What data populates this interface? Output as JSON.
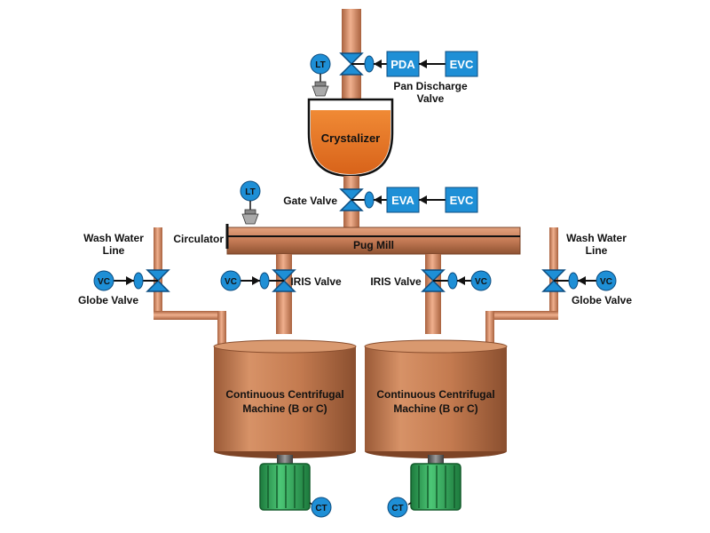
{
  "colors": {
    "pipe": "#d98a66",
    "pipe_dark": "#9e5a3c",
    "tank": "#c27a52",
    "tank_dark": "#8a5030",
    "crystal_fill": "#e8731e",
    "instrument": "#1e8fd6",
    "valve": "#1e8fd6",
    "motor": "#2fa95a",
    "motor_dark": "#166a33",
    "text": "#111111",
    "box_text": "#ffffff"
  },
  "labels": {
    "crystalizer": "Crystalizer",
    "pan_discharge_valve_line1": "Pan Discharge",
    "pan_discharge_valve_line2": "Valve",
    "gate_valve": "Gate Valve",
    "circulator": "Circulator",
    "pug_mill": "Pug Mill",
    "wash_water_line1": "Wash Water",
    "wash_water_line2": "Line",
    "globe_valve": "Globe Valve",
    "iris_valve": "IRIS Valve",
    "centrifugal_line1": "Continuous Centrifugal",
    "centrifugal_line2": "Machine (B or C)"
  },
  "instruments": {
    "lt": "LT",
    "vc": "VC",
    "ct": "CT"
  },
  "boxes": {
    "pda": "PDA",
    "eva": "EVA",
    "evc": "EVC"
  },
  "icons": {
    "valve": "butterfly-valve-icon",
    "level_transmitter": "level-sensor-icon",
    "motor": "motor-icon"
  }
}
